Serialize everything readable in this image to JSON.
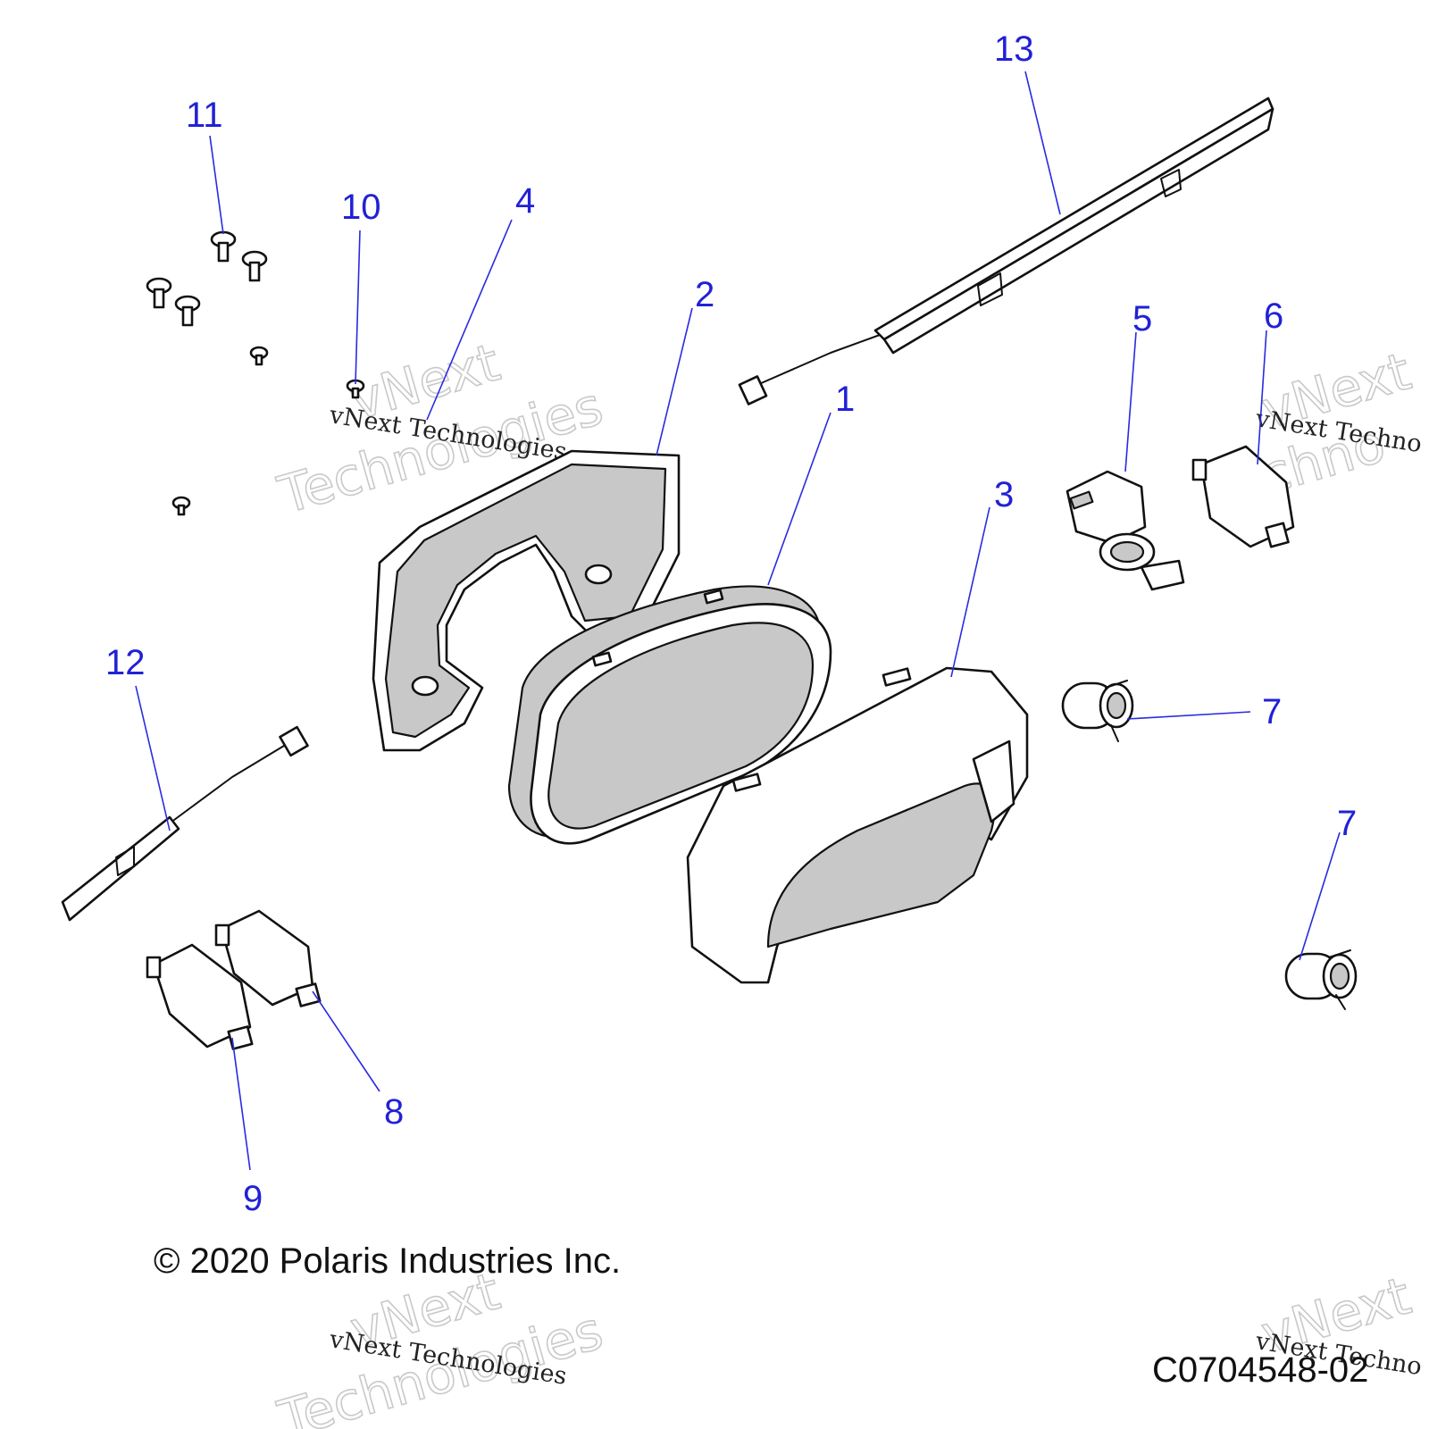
{
  "callouts": [
    {
      "label": "1"
    },
    {
      "label": "2"
    },
    {
      "label": "3"
    },
    {
      "label": "4"
    },
    {
      "label": "5"
    },
    {
      "label": "6"
    },
    {
      "label": "7"
    },
    {
      "label": "7"
    },
    {
      "label": "8"
    },
    {
      "label": "9"
    },
    {
      "label": "10"
    },
    {
      "label": "11"
    },
    {
      "label": "12"
    },
    {
      "label": "13"
    }
  ],
  "watermark": {
    "line": "vNext Technologies",
    "word_a": "vNext",
    "word_b": "Technologies",
    "word_b_cut": "Techno"
  },
  "footer": {
    "copyright": "© 2020 Polaris Industries Inc.",
    "drawing_code": "C0704548-02"
  },
  "colors": {
    "callout": "#2121d6",
    "part_fill": "#c8c8c8",
    "line": "#111111"
  }
}
